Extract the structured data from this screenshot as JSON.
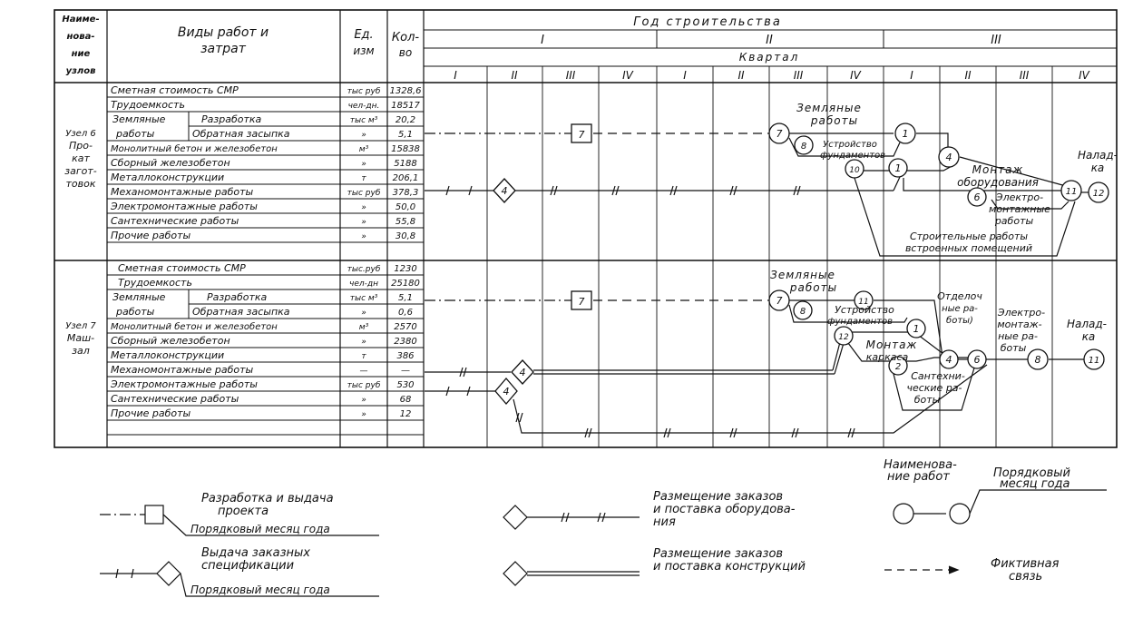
{
  "header": {
    "col_node": [
      "Наиме-",
      "нова-",
      "ние",
      "узлов"
    ],
    "col_works": [
      "Виды работ и",
      "затрат"
    ],
    "col_unit": [
      "Ед.",
      "изм"
    ],
    "col_qty": [
      "Кол-",
      "во"
    ],
    "year_title": "Год строительства",
    "years": [
      "I",
      "II",
      "III"
    ],
    "quarter_title": "Квартал",
    "quarters": [
      "I",
      "II",
      "III",
      "IV",
      "I",
      "II",
      "III",
      "IV",
      "I",
      "II",
      "III",
      "IV"
    ]
  },
  "node6": {
    "name": [
      "Узел 6",
      "Про-",
      "кат",
      "загот-",
      "товок"
    ],
    "rows": [
      {
        "work": "Сметная стоимость СМР",
        "unit": "тыс руб",
        "qty": "1328,6"
      },
      {
        "work": "Трудоемкость",
        "unit": "чел-дн.",
        "qty": "18517"
      },
      {
        "work": "Разработка",
        "unit": "тыс м³",
        "qty": "20,2"
      },
      {
        "work": "Обратная засыпка",
        "unit": "»",
        "qty": "5,1"
      },
      {
        "work": "Монолитный бетон и железобетон",
        "unit": "м³",
        "qty": "15838"
      },
      {
        "work": "Сборный железобетон",
        "unit": "»",
        "qty": "5188"
      },
      {
        "work": "Металлоконструкции",
        "unit": "т",
        "qty": "206,1"
      },
      {
        "work": "Механомонтажные работы",
        "unit": "тыс руб",
        "qty": "378,3"
      },
      {
        "work": "Электромонтажные работы",
        "unit": "»",
        "qty": "50,0"
      },
      {
        "work": "Сантехнические работы",
        "unit": "»",
        "qty": "55,8"
      },
      {
        "work": "Прочие работы",
        "unit": "»",
        "qty": "30,8"
      }
    ],
    "earth_group": [
      "Земляные",
      "работы"
    ],
    "diagram": {
      "project_month": "7",
      "spec_month": "4",
      "n7": "7",
      "earth_label": [
        "Земляные",
        "работы"
      ],
      "n8": "8",
      "found_label": [
        "Устройство",
        "фундаментов"
      ],
      "n1a": "1",
      "n4": "4",
      "n10": "10",
      "n1b": "1",
      "montage_label": [
        "Монтаж",
        "оборудования"
      ],
      "n6": "6",
      "elec_label": [
        "Электро-",
        "монтажные",
        "работы"
      ],
      "n11": "11",
      "n12": "12",
      "nalad_label": [
        "Налад-",
        "ка"
      ],
      "built_in_label": [
        "Строительные работы",
        "встроенных помещений"
      ]
    }
  },
  "node7": {
    "name": [
      "Узел 7",
      "Маш-",
      "зал"
    ],
    "rows": [
      {
        "work": "Сметная стоимость СМР",
        "unit": "тыс.руб",
        "qty": "1230"
      },
      {
        "work": "Трудоемкость",
        "unit": "чел-дн",
        "qty": "25180"
      },
      {
        "work": "Разработка",
        "unit": "тыс м³",
        "qty": "5,1"
      },
      {
        "work": "Обратная засыпка",
        "unit": "»",
        "qty": "0,6"
      },
      {
        "work": "Монолитный бетон и железобетон",
        "unit": "м³",
        "qty": "2570"
      },
      {
        "work": "Сборный железобетон",
        "unit": "»",
        "qty": "2380"
      },
      {
        "work": "Металлоконструкции",
        "unit": "т",
        "qty": "386"
      },
      {
        "work": "Механомонтажные работы",
        "unit": "—",
        "qty": "—"
      },
      {
        "work": "Электромонтажные работы",
        "unit": "тыс руб",
        "qty": "530"
      },
      {
        "work": "Сантехнические работы",
        "unit": "»",
        "qty": "68"
      },
      {
        "work": "Прочие работы",
        "unit": "»",
        "qty": "12"
      }
    ],
    "earth_group": [
      "Земляные",
      "работы"
    ],
    "diagram": {
      "project_month": "7",
      "n7": "7",
      "earth_label": [
        "Земляные",
        "работы"
      ],
      "n11": "11",
      "n8": "8",
      "found_label": [
        "Устройство",
        "фундаментов"
      ],
      "n1": "1",
      "n12": "12",
      "carcass_label": [
        "Монтаж",
        "каркаса"
      ],
      "n2": "2",
      "sant_label": [
        "Сантехни-",
        "ческие ра-",
        "боты"
      ],
      "finish_label": [
        "Отделоч",
        "ные ра-",
        "боты)"
      ],
      "n4": "4",
      "n6": "6",
      "elec_label": [
        "Электро-",
        "монтаж-",
        "ные ра-",
        "боты"
      ],
      "n8b": "8",
      "nalad_label": [
        "Налад-",
        "ка"
      ],
      "n11b": "11",
      "supply_month_a": "4",
      "supply_month_b": "4"
    }
  },
  "legend": {
    "project": [
      "Разработка и выдача",
      "проекта"
    ],
    "project_month": "Порядковый месяц года",
    "spec": [
      "Выдача заказных",
      "спецификации"
    ],
    "spec_month": "Порядковый месяц года",
    "equip": [
      "Размещение заказов",
      "и поставка оборудова-",
      "ния"
    ],
    "constr": [
      "Размещение заказов",
      "и поставка конструкций"
    ],
    "work_name": [
      "Наименова-",
      "ние работ"
    ],
    "event_month": [
      "Порядковый",
      "месяц года"
    ],
    "fictive": [
      "Фиктивная",
      "связь"
    ]
  }
}
